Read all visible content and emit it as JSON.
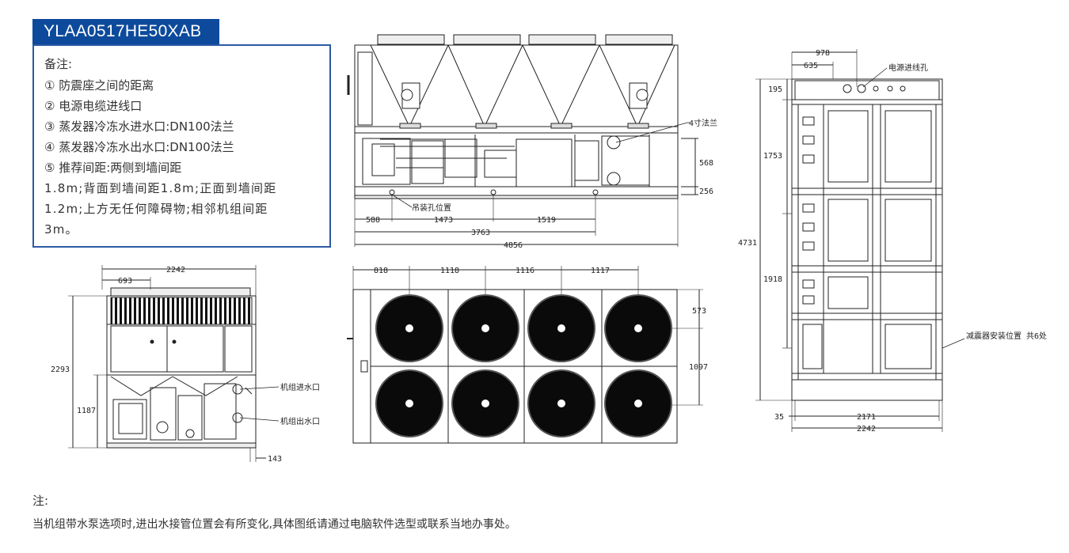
{
  "model": "YLAA0517HE50XAB",
  "notes": {
    "header": "备注:",
    "items": [
      "① 防震座之间的距离",
      "② 电源电缆进线口",
      "③ 蒸发器冷冻水进水口:DN100法兰",
      "④ 蒸发器冷冻水出水口:DN100法兰",
      "⑤ 推荐间距:两侧到墙间距"
    ],
    "desc_lines": [
      "1.8m;背面到墙间距1.8m;正面到墙间距",
      "1.2m;上方无任何障碍物;相邻机组间距",
      "3m。"
    ]
  },
  "front_view": {
    "labels": {
      "flange": "4寸法兰",
      "lift_hole": "吊装孔位置"
    },
    "dims": {
      "d568": "568",
      "d256": "256",
      "d588": "588",
      "d1473": "1473",
      "d1519": "1519",
      "d3763": "3763",
      "d4856": "4856"
    }
  },
  "side_view": {
    "labels": {
      "inlet": "机组进水口",
      "outlet": "机组出水口"
    },
    "dims": {
      "d2242": "2242",
      "d693": "693",
      "d2293": "2293",
      "d1187": "1187",
      "d143": "143"
    }
  },
  "top_view": {
    "dims": {
      "d818": "818",
      "d1118": "1118",
      "d1116": "1116",
      "d1117": "1117",
      "d573": "573",
      "d1097": "1097"
    }
  },
  "plan_view": {
    "labels": {
      "power_inlet": "电源进线孔",
      "damper": "减震器安装位置 共6处"
    },
    "dims": {
      "d978": "978",
      "d635": "635",
      "d195": "195",
      "d1753": "1753",
      "d4731": "4731",
      "d1918": "1918",
      "d35": "35",
      "d2171": "2171",
      "d2242": "2242"
    }
  },
  "footnote": {
    "label": "注:",
    "text": "当机组带水泵选项时,进出水接管位置会有所变化,具体图纸请通过电脑软件选型或联系当地办事处。"
  }
}
